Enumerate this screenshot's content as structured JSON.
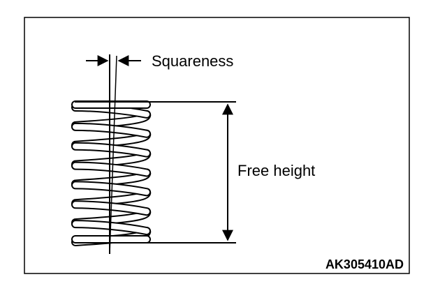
{
  "figure": {
    "labels": {
      "squareness": "Squareness",
      "free_height": "Free height",
      "figure_code": "AK305410AD"
    },
    "colors": {
      "ink": "#000000",
      "background": "#ffffff"
    }
  }
}
